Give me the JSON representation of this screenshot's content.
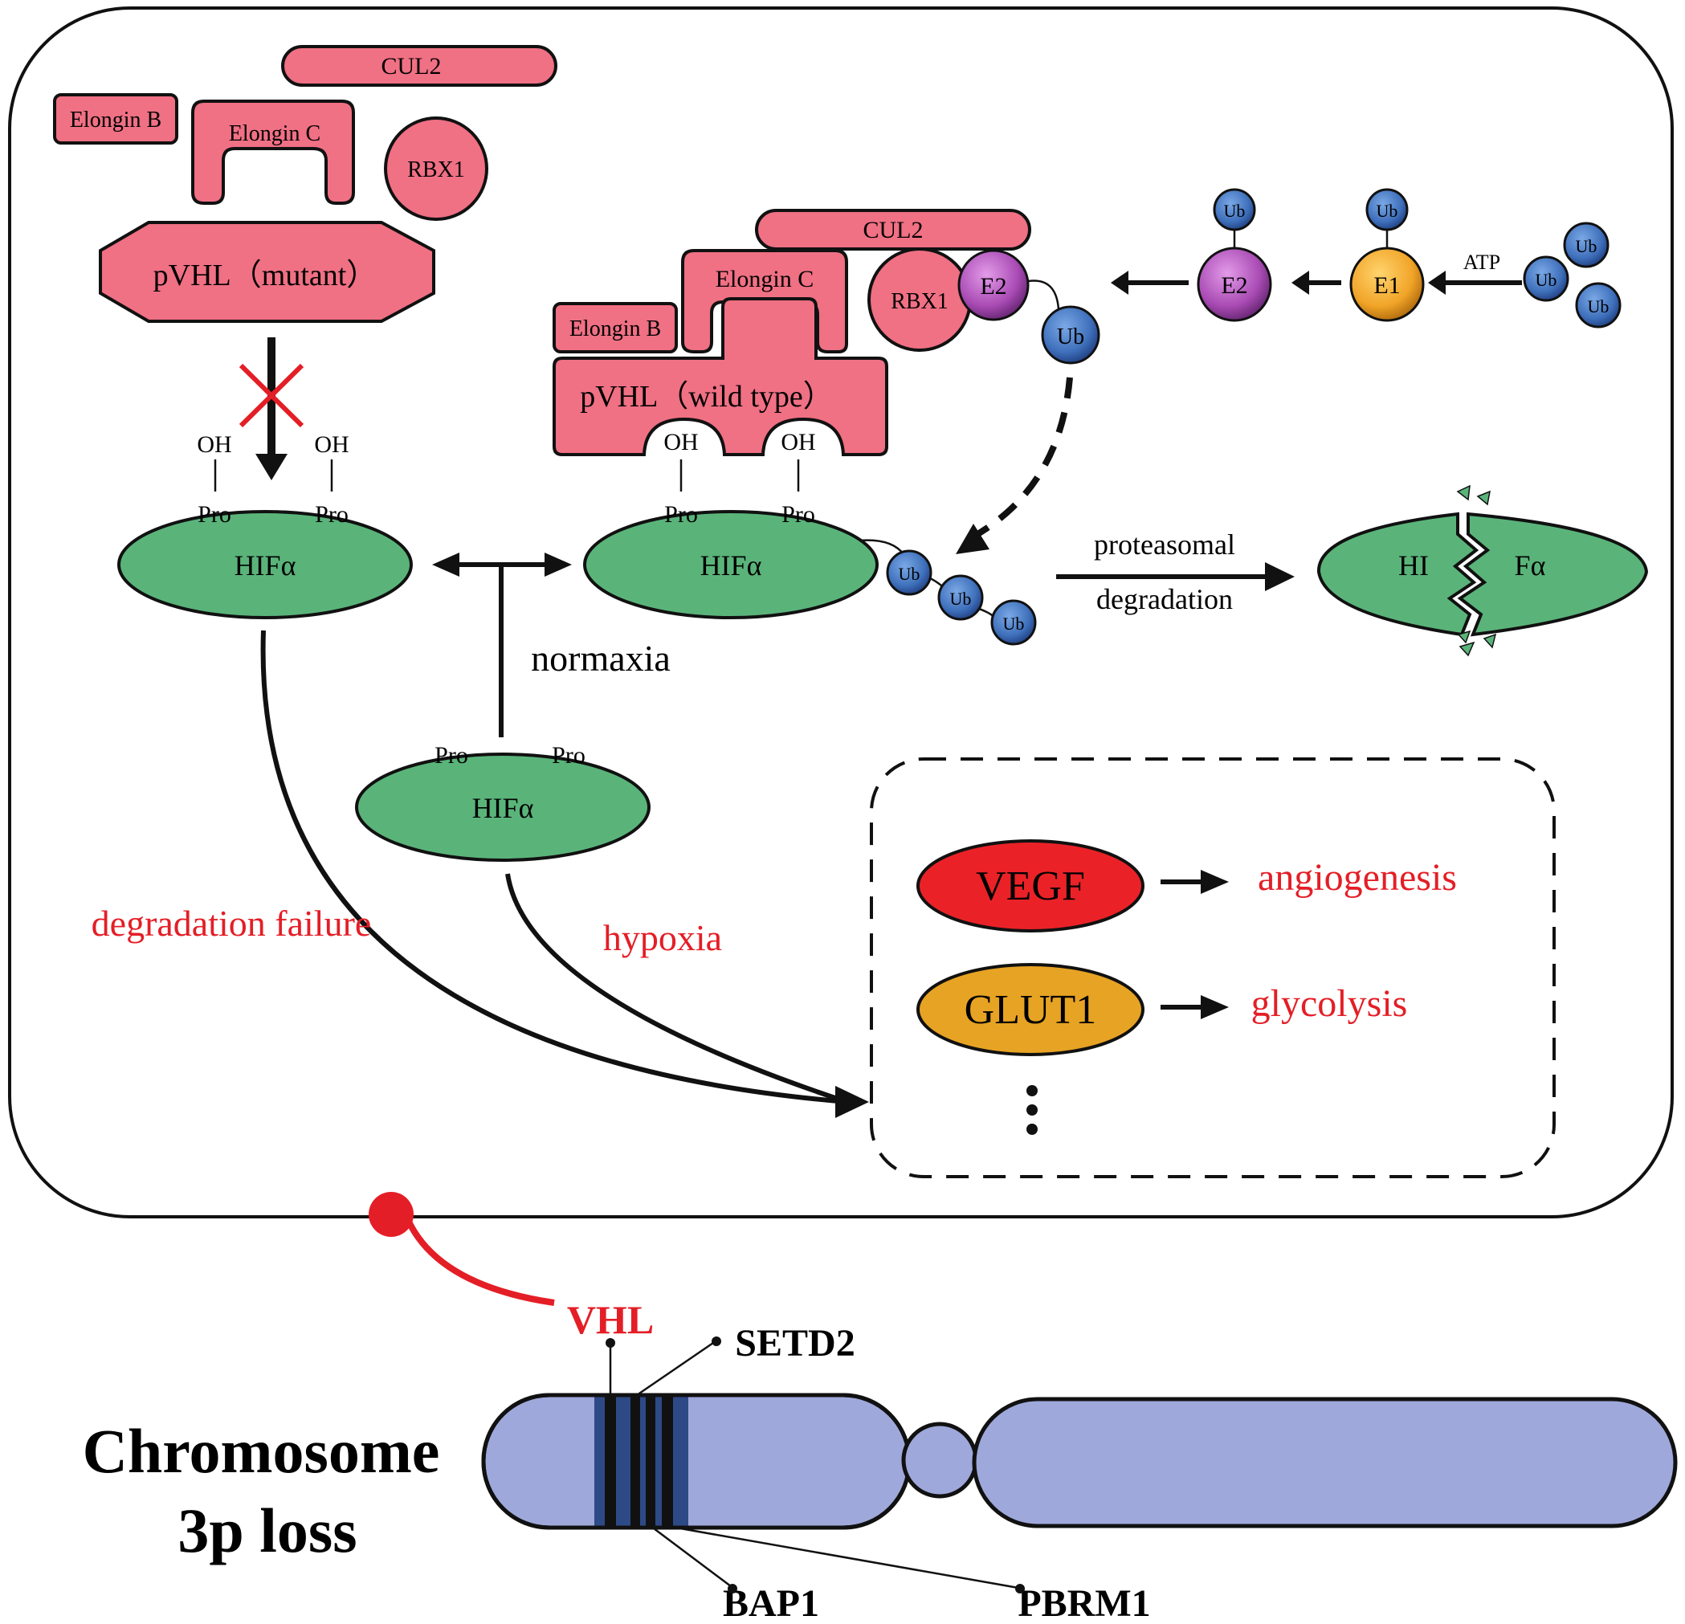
{
  "complex_mutant": {
    "cul2": "CUL2",
    "elongin_b": "Elongin B",
    "elongin_c": "Elongin C",
    "rbx1": "RBX1",
    "pvhl": "pVHL（mutant）"
  },
  "complex_wild": {
    "cul2": "CUL2",
    "elongin_b": "Elongin B",
    "elongin_c": "Elongin C",
    "rbx1": "RBX1",
    "e2": "E2",
    "pvhl": "pVHL（wild type）"
  },
  "ubiquitin_cascade": {
    "ub": "Ub",
    "e2": "E2",
    "e1": "E1",
    "atp": "ATP"
  },
  "hif": {
    "label": "HIFα",
    "oh": "OH",
    "pro": "Pro",
    "degraded_left": "HI",
    "degraded_right": "Fα"
  },
  "labels": {
    "proteasomal": "proteasomal",
    "degradation": "degradation",
    "normaxia": "normaxia",
    "degradation_failure": "degradation failure",
    "hypoxia": "hypoxia"
  },
  "targets": {
    "vegf": "VEGF",
    "angiogenesis": "angiogenesis",
    "glut1": "GLUT1",
    "glycolysis": "glycolysis",
    "ellipsis": "⋮"
  },
  "chromosome": {
    "title_line1": "Chromosome",
    "title_line2": "3p loss",
    "vhl": "VHL",
    "setd2": "SETD2",
    "bap1": "BAP1",
    "pbrm1": "PBRM1"
  },
  "colors": {
    "protein_pink": "#f07084",
    "hif_green": "#5ab47a",
    "ub_blue": "#3f70bb",
    "e2_purple": "#a94bb4",
    "e1_orange": "#f1a428",
    "vegf_red": "#ea2227",
    "glut1_orange": "#e7a323",
    "chromosome_lavender": "#9ea8da",
    "band_dark_blue": "#2e4a86",
    "text_red": "#e41e26"
  }
}
